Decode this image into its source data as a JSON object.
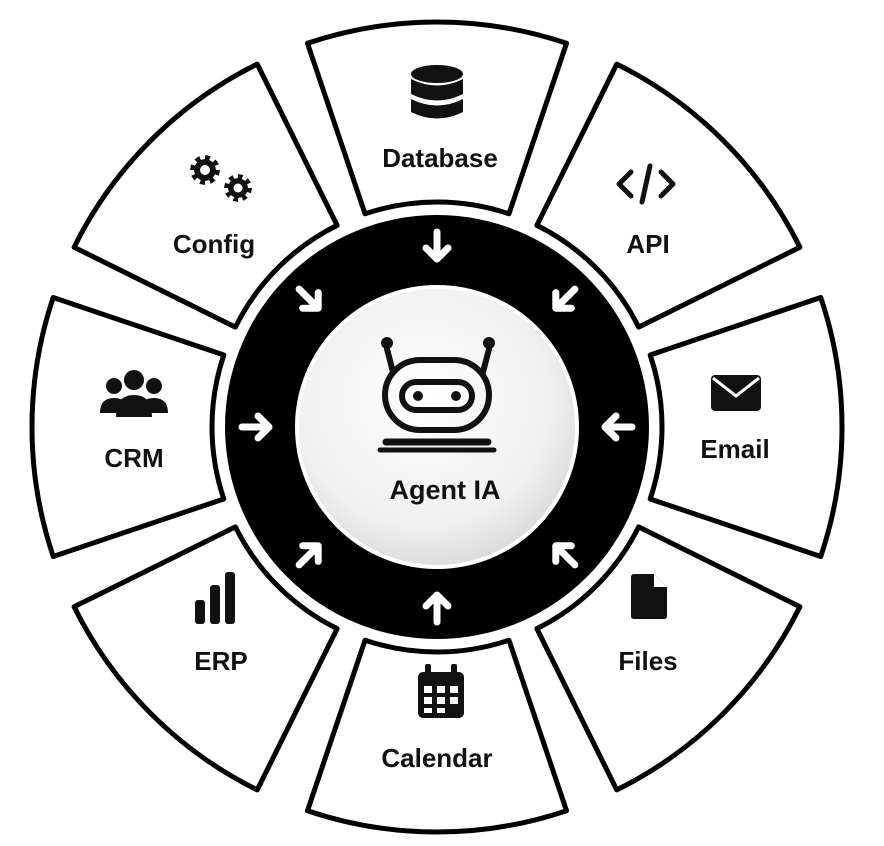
{
  "center": {
    "label": "Agent IA",
    "icon": "robot-icon"
  },
  "colors": {
    "ring": "#000000",
    "segment_fill": "#ffffff",
    "text": "#111111",
    "arrow": "#ffffff"
  },
  "segments": [
    {
      "label": "Database",
      "icon": "database-icon"
    },
    {
      "label": "API",
      "icon": "code-icon"
    },
    {
      "label": "Email",
      "icon": "envelope-icon"
    },
    {
      "label": "Files",
      "icon": "file-icon"
    },
    {
      "label": "Calendar",
      "icon": "calendar-icon"
    },
    {
      "label": "ERP",
      "icon": "bar-chart-icon"
    },
    {
      "label": "CRM",
      "icon": "users-icon"
    },
    {
      "label": "Config",
      "icon": "gears-icon"
    }
  ]
}
